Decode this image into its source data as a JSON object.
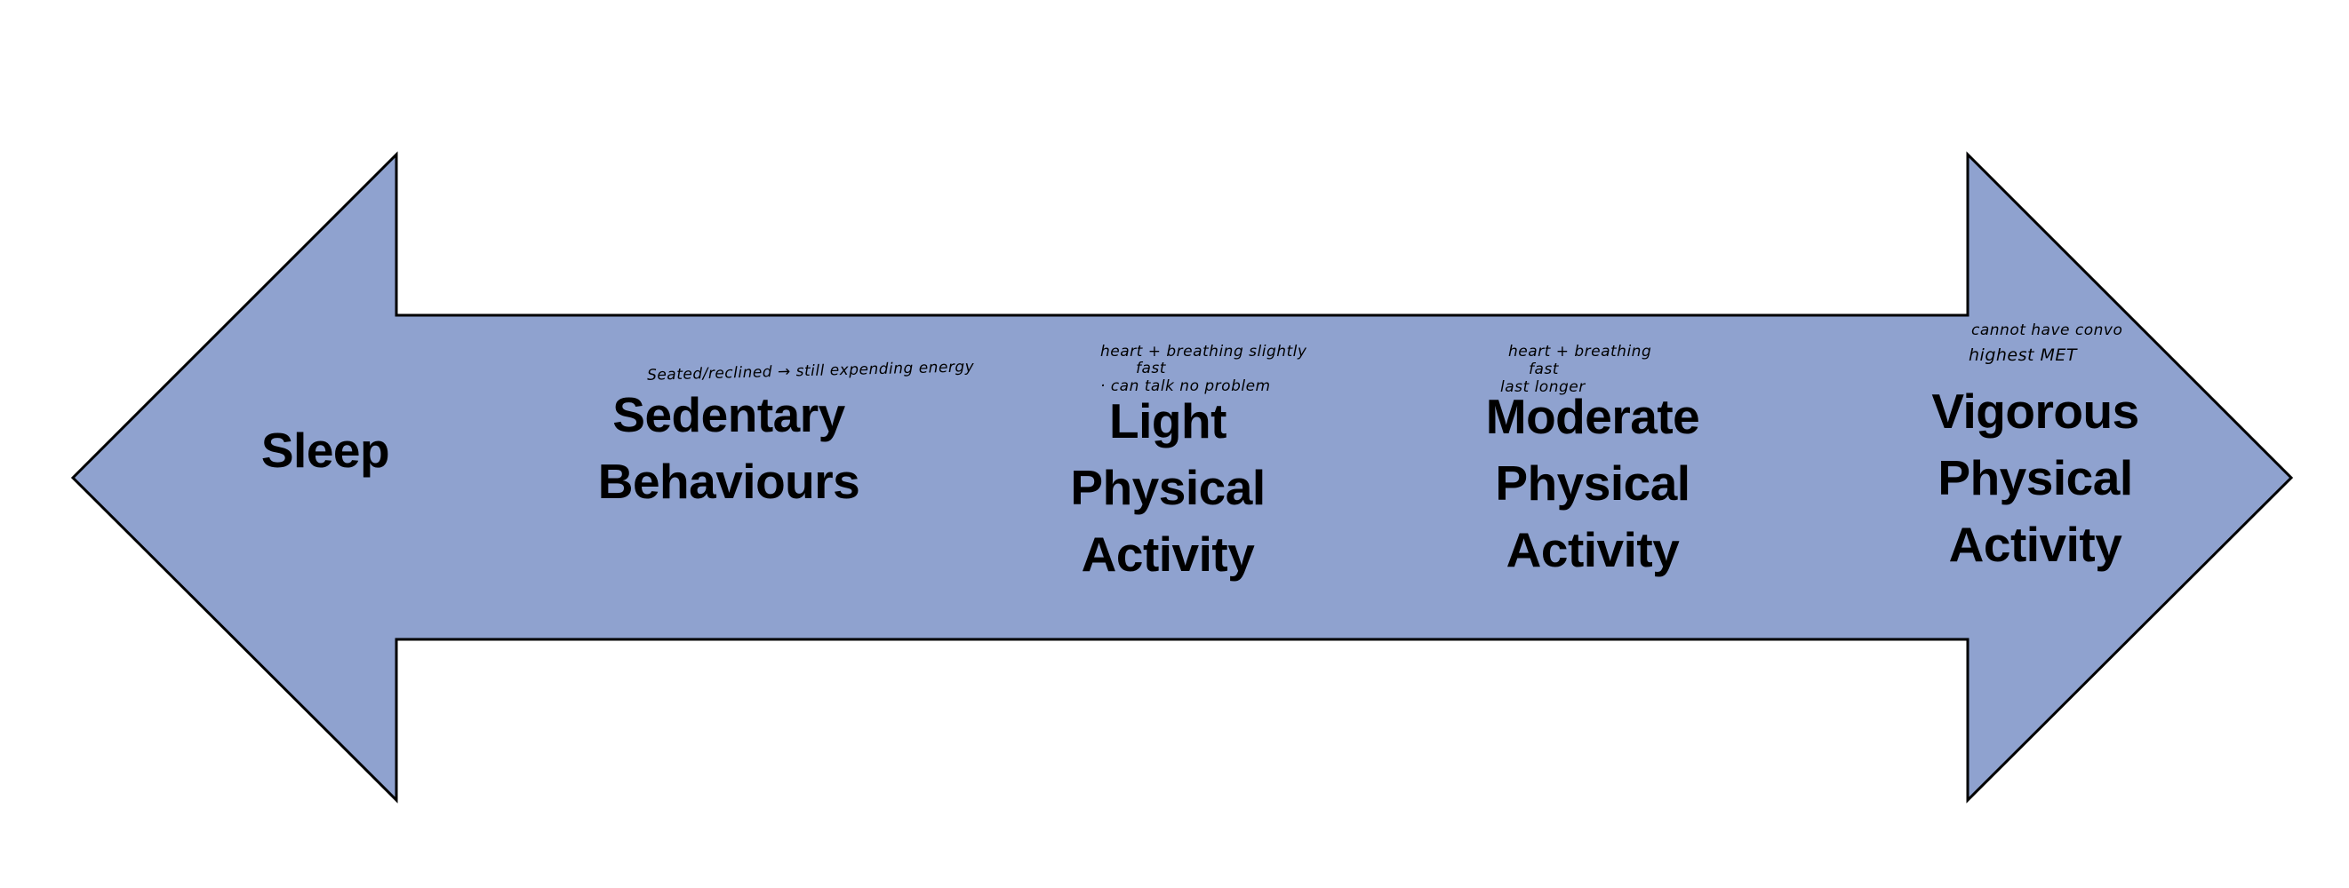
{
  "diagram": {
    "type": "double-headed-arrow-continuum",
    "colors": {
      "arrow_fill": "#8fa2cf",
      "arrow_stroke": "#000000",
      "background": "#ffffff",
      "text": "#000000"
    },
    "categories": [
      {
        "id": "sleep",
        "lines": [
          "Sleep"
        ],
        "notes": []
      },
      {
        "id": "sedentary",
        "lines": [
          "Sedentary",
          "Behaviours"
        ],
        "notes": [
          "Seated/reclined → still expending energy"
        ]
      },
      {
        "id": "light",
        "lines": [
          "Light",
          "Physical",
          "Activity"
        ],
        "notes": [
          "heart + breathing slightly",
          "fast",
          "· can talk no problem"
        ]
      },
      {
        "id": "moderate",
        "lines": [
          "Moderate",
          "Physical",
          "Activity"
        ],
        "notes": [
          "heart + breathing",
          "fast",
          "last longer"
        ]
      },
      {
        "id": "vigorous",
        "lines": [
          "Vigorous",
          "Physical",
          "Activity"
        ],
        "notes": [
          "cannot have convo",
          "highest MET"
        ]
      }
    ]
  }
}
